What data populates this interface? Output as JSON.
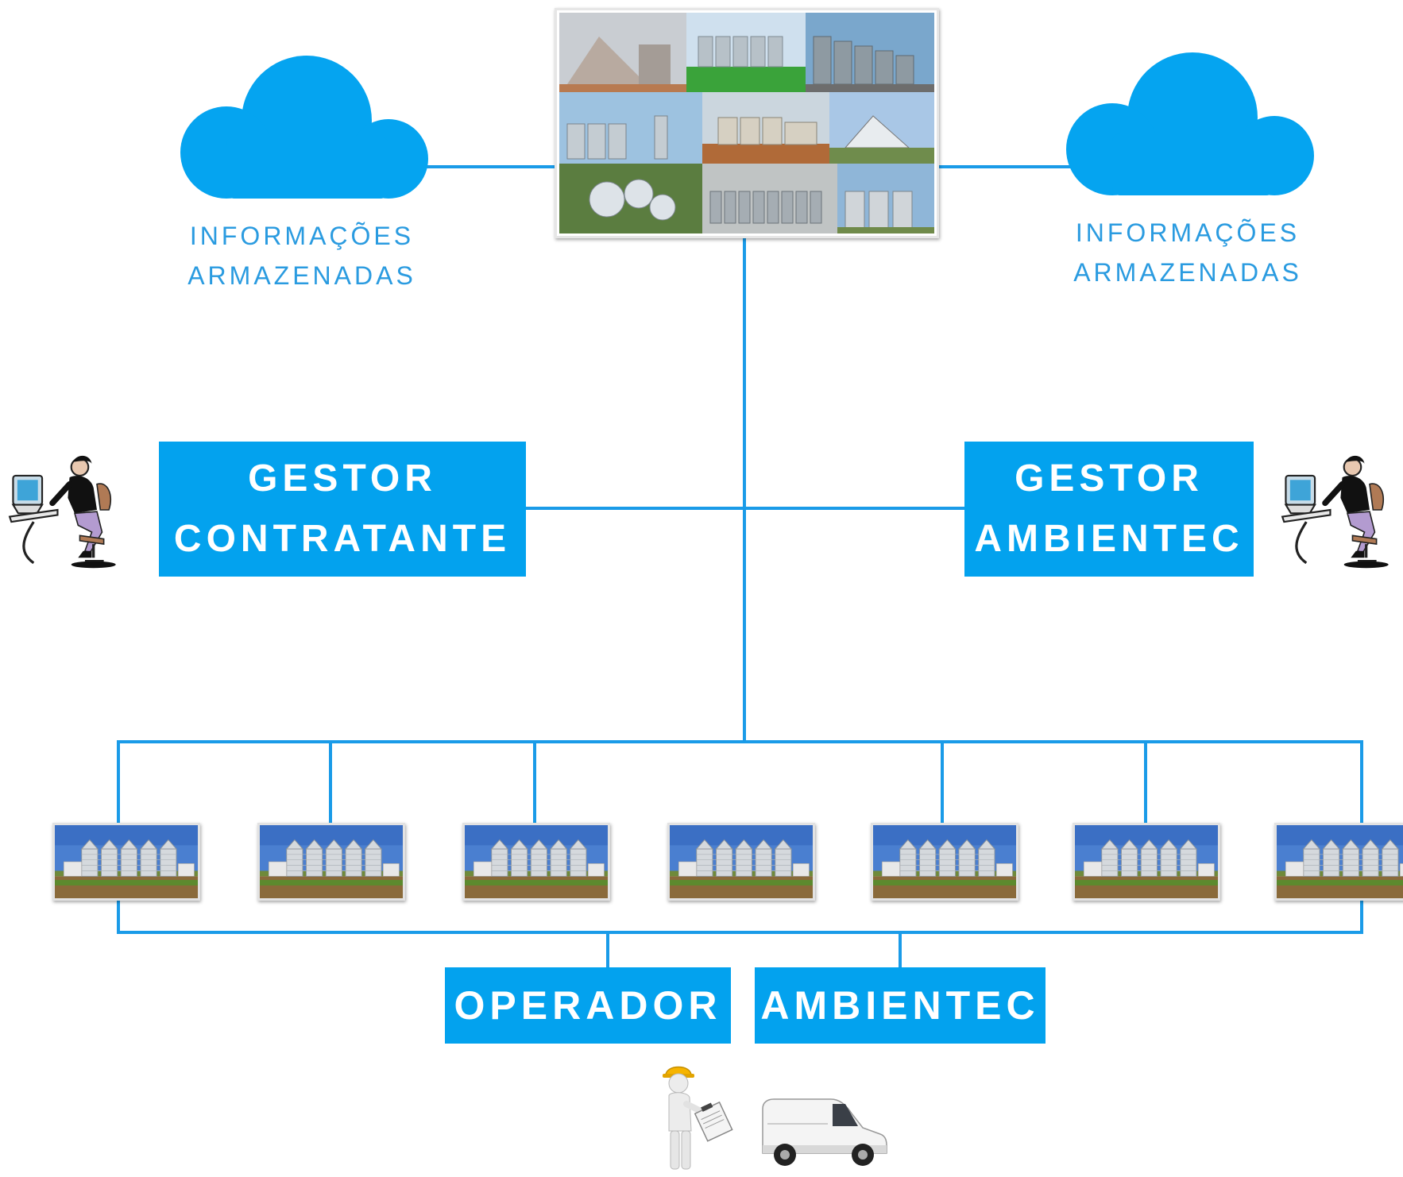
{
  "clouds": [
    {
      "label_line1": "INFORMAÇÕES",
      "label_line2": "ARMAZENADAS",
      "icon": "cloud-icon"
    },
    {
      "label_line1": "INFORMAÇÕES",
      "label_line2": "ARMAZENADAS",
      "icon": "cloud-icon"
    }
  ],
  "managers": {
    "left": {
      "line1": "GESTOR",
      "line2": "CONTRATANTE",
      "icon": "office-worker-icon"
    },
    "right": {
      "line1": "GESTOR",
      "line2": "AMBIENTEC",
      "icon": "office-worker-icon"
    }
  },
  "bottom": {
    "operador": "OPERADOR",
    "ambientec": "AMBIENTEC",
    "icons": [
      "worker-with-clipboard-icon",
      "van-icon"
    ]
  },
  "central_photo": {
    "icon": "grain-storage-collage"
  },
  "silo_units": [
    "silo-photo",
    "silo-photo",
    "silo-photo",
    "silo-photo",
    "silo-photo",
    "silo-photo",
    "silo-photo"
  ],
  "colors": {
    "accent": "#03a2ee",
    "line": "#1a9be8",
    "cloud": "#05a4f0"
  }
}
